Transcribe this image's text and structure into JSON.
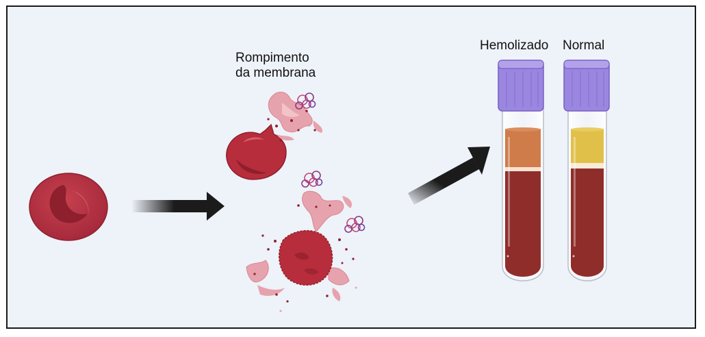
{
  "labels": {
    "membrane_rupture_line1": "Rompimento",
    "membrane_rupture_line2": "da membrana",
    "tube_hemolyzed": "Hemolizado",
    "tube_normal": "Normal"
  },
  "colors": {
    "background": "#eef2f9",
    "red_cell": "#b72d3c",
    "cell_dark": "#8e1f2c",
    "membrane_fragment": "#e7a3ad",
    "hemolyzed_plasma": "#cf7c4a",
    "normal_plasma": "#e1c04a",
    "blood": "#8f2d2b",
    "tube_cap": "#9b86e0",
    "arrow": "#1b1b1b"
  }
}
